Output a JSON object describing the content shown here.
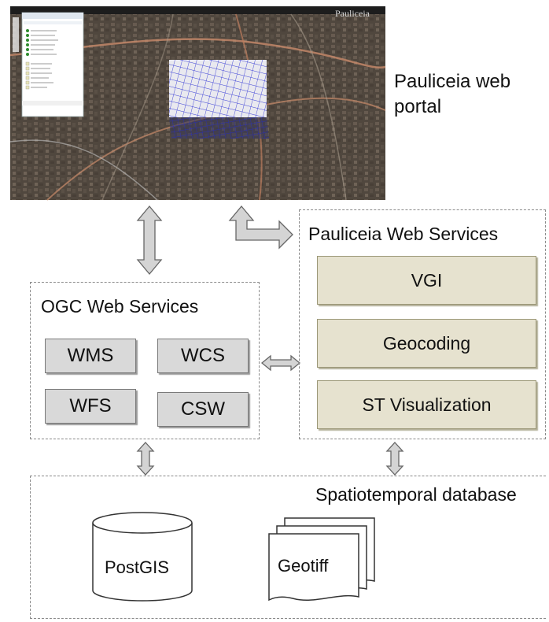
{
  "portal": {
    "label_line1": "Pauliceia web",
    "label_line2": "portal",
    "map_watermark": "Pauliceia"
  },
  "pauliceia_services": {
    "title": "Pauliceia Web Services",
    "items": [
      "VGI",
      "Geocoding",
      "ST Visualization"
    ]
  },
  "ogc_services": {
    "title": "OGC Web Services",
    "items": [
      "WMS",
      "WCS",
      "WFS",
      "CSW"
    ]
  },
  "database": {
    "title": "Spatiotemporal database",
    "postgis_label": "PostGIS",
    "geotiff_label": "Geotiff"
  },
  "colors": {
    "ogc_box_fill": "#d9d9d9",
    "pauliceia_box_fill": "#e6e2cf",
    "arrow_fill": "#d4d4d4",
    "dashed_border": "#8a8a8a",
    "map_overlay_grid": "#3b3fd6"
  }
}
